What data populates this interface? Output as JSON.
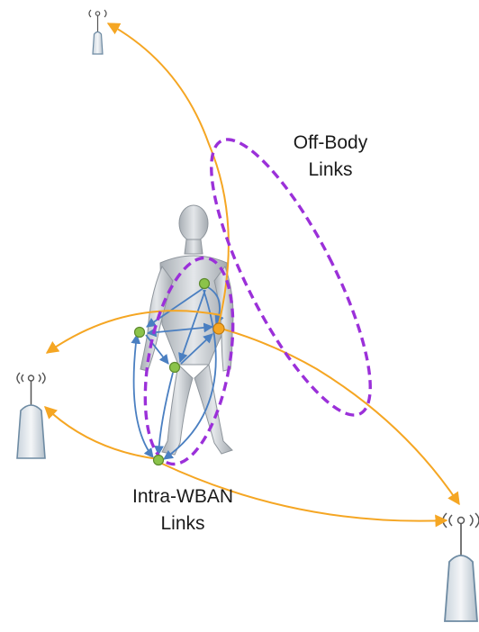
{
  "labels": {
    "off_body_line1": "Off-Body",
    "off_body_line2": "Links",
    "intra_line1": "Intra-WBAN",
    "intra_line2": "Links"
  },
  "colors": {
    "off_body_link": "#F5A623",
    "intra_link": "#4A7FC1",
    "group_outline": "#9B30D9",
    "sensor_node": "#8BC34A",
    "hub_node": "#F5A623",
    "access_point": "#6E8BA3",
    "body": "#C8CCD0"
  },
  "icons": {
    "access_point": "antenna-tower-icon",
    "human": "human-body-icon",
    "sensor": "sensor-node-icon"
  }
}
